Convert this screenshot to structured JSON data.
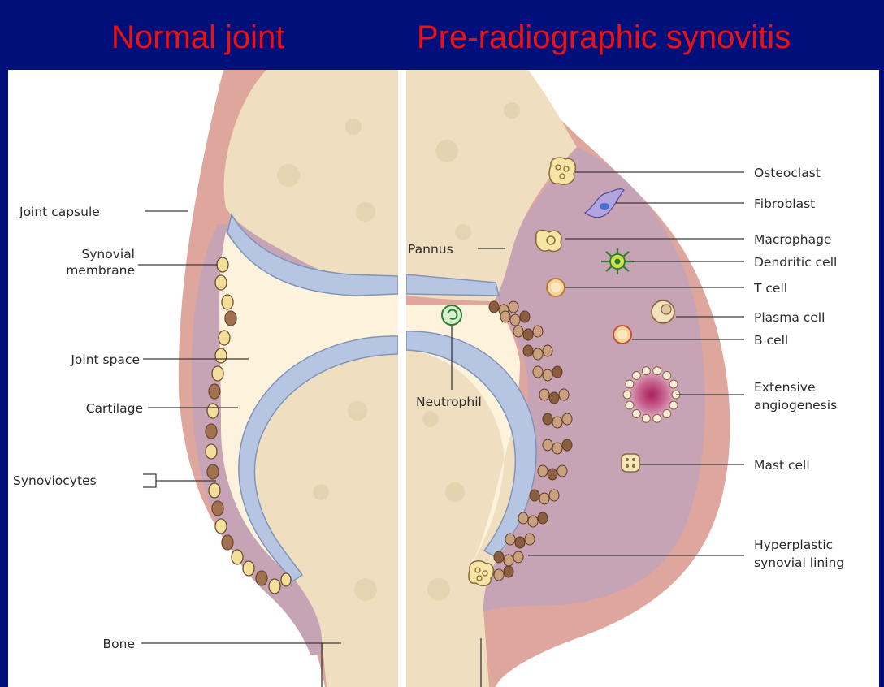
{
  "headings": {
    "left": "Normal joint",
    "right": "Pre-radiographic synovitis"
  },
  "labels": {
    "joint_capsule": "Joint capsule",
    "synovial_membrane_1": "Synovial",
    "synovial_membrane_2": "membrane",
    "joint_space": "Joint space",
    "cartilage": "Cartilage",
    "synoviocytes": "Synoviocytes",
    "bone": "Bone",
    "pannus": "Pannus",
    "neutrophil": "Neutrophil",
    "osteoclast": "Osteoclast",
    "fibroblast": "Fibroblast",
    "macrophage": "Macrophage",
    "dendritic_cell": "Dendritic cell",
    "t_cell": "T cell",
    "plasma_cell": "Plasma cell",
    "b_cell": "B cell",
    "angiogenesis_1": "Extensive",
    "angiogenesis_2": "angiogenesis",
    "mast_cell": "Mast cell",
    "hyperplastic_1": "Hyperplastic",
    "hyperplastic_2": "synovial lining"
  },
  "colors": {
    "background": "#000f7a",
    "heading": "#ee1111",
    "bone": "#efdfc0",
    "capsule": "#dfa69d",
    "synovium": "#c7a3b6",
    "cartilage": "#b6c6e2",
    "joint_space": "#fdf3dc"
  }
}
